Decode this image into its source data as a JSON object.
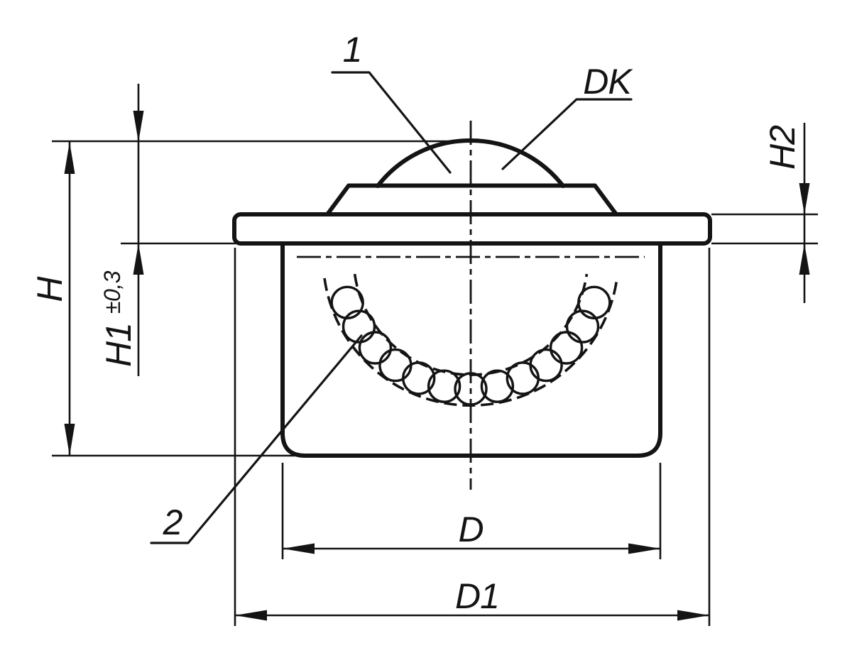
{
  "labels": {
    "item_1": "1",
    "item_2": "2",
    "ball_diameter": "DK",
    "total_height": "H",
    "h1": "H1",
    "h1_tolerance": "±0,3",
    "h2": "H2",
    "body_diameter": "D",
    "flange_diameter": "D1"
  },
  "colors": {
    "line": "#141414",
    "background": "#ffffff"
  }
}
